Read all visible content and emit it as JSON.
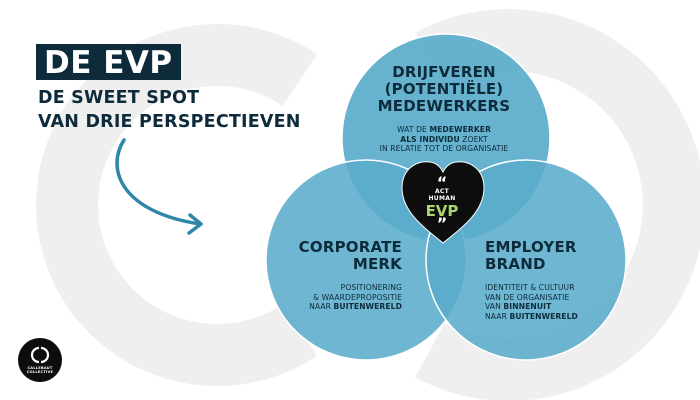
{
  "title": "DE EVP",
  "subtitle": [
    "DE SWEET SPOT",
    "VAN DRIE PERSPECTIEVEN"
  ],
  "colors": {
    "dark": "#0d2b3a",
    "circle": "#5aaccb",
    "circle_stroke": "#ffffff",
    "watermark": "#efefef",
    "arrow": "#2f86a8",
    "heart": "#0d0d0d",
    "evp_accent": "#a9d46f"
  },
  "circles": {
    "top": {
      "heading": [
        "DRIJFVEREN",
        "(POTENTIËLE)",
        "MEDEWERKERS"
      ],
      "body": [
        [
          {
            "t": "WAT DE ",
            "b": false
          },
          {
            "t": "MEDEWERKER",
            "b": true
          }
        ],
        [
          {
            "t": "ALS INDIVIDU",
            "b": true
          },
          {
            "t": " ZOEKT",
            "b": false
          }
        ],
        [
          {
            "t": "IN RELATIE TOT DE ORGANISATIE",
            "b": false
          }
        ]
      ]
    },
    "left": {
      "heading": [
        "CORPORATE",
        "MERK"
      ],
      "body": [
        [
          {
            "t": "POSITIONERING",
            "b": false
          }
        ],
        [
          {
            "t": "& WAARDEPROPOSITIE",
            "b": false
          }
        ],
        [
          {
            "t": "NAAR ",
            "b": false
          },
          {
            "t": "BUITENWERELD",
            "b": true
          }
        ]
      ]
    },
    "right": {
      "heading": [
        "EMPLOYER",
        "BRAND"
      ],
      "body": [
        [
          {
            "t": "IDENTITEIT & CULTUUR",
            "b": false
          }
        ],
        [
          {
            "t": "VAN DE ORGANISATIE",
            "b": false
          }
        ],
        [
          {
            "t": "VAN ",
            "b": false
          },
          {
            "t": "BINNENUIT",
            "b": true
          }
        ],
        [
          {
            "t": "NAAR ",
            "b": false
          },
          {
            "t": "BUITENWERELD",
            "b": true
          }
        ]
      ]
    }
  },
  "heart": {
    "open_quote": "“",
    "line1": "ACT",
    "line2": "HUMAN",
    "evp": "EVP",
    "close_quote": "”"
  },
  "logo": {
    "icon": "cc-monogram-icon",
    "lines": [
      "CALLEBAUT",
      "COLLECTIVE"
    ]
  }
}
